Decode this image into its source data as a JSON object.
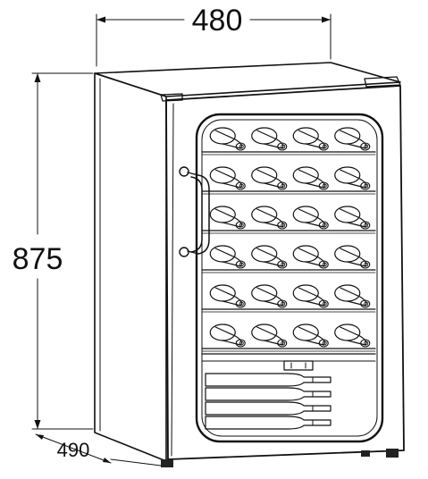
{
  "dimensions": {
    "width": "480",
    "height": "875",
    "depth": "490"
  },
  "appliance": {
    "shelf_rows": 6,
    "bottles_per_row": 4,
    "lower_compartment_bottles": 4,
    "line_color": "#111111",
    "background_color": "#ffffff"
  }
}
